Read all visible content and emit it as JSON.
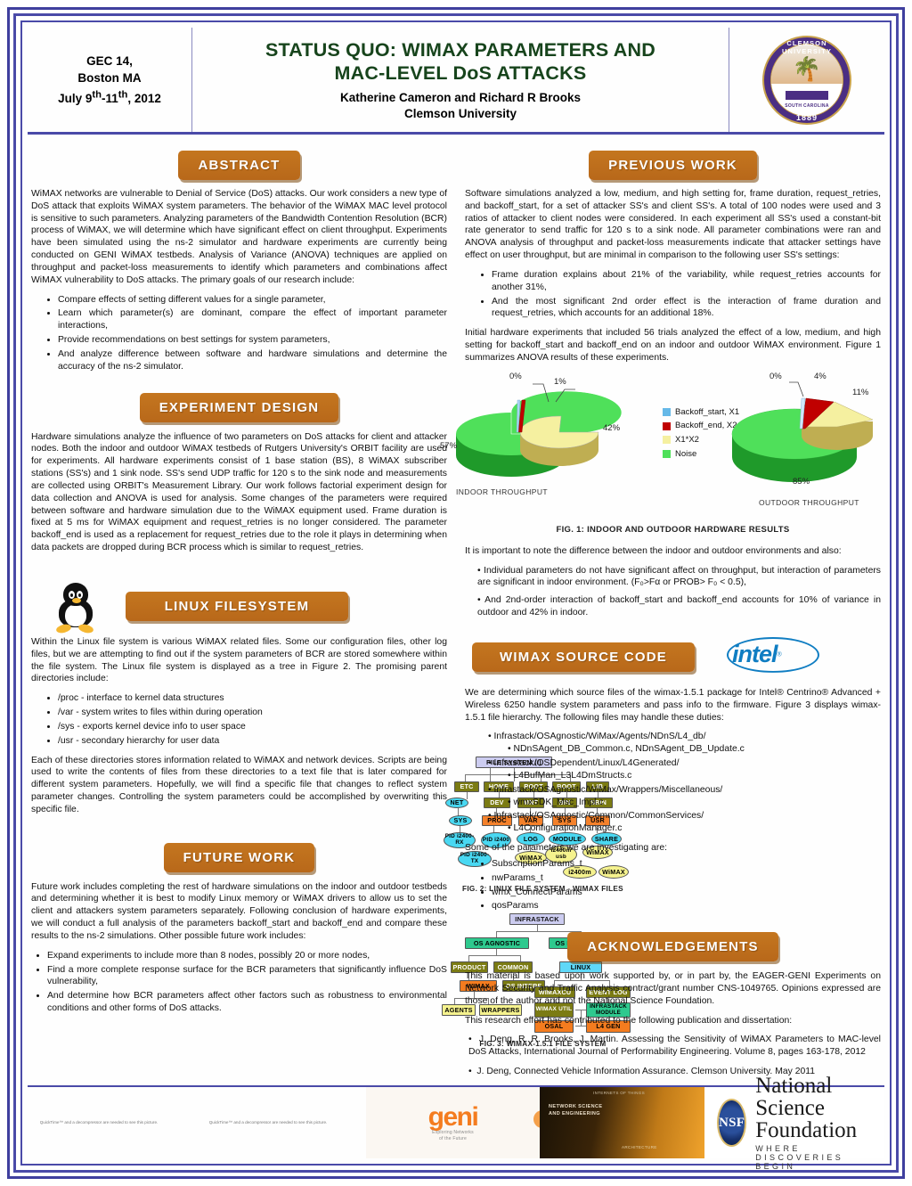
{
  "header": {
    "event_line1": "GEC 14,",
    "event_line2": "Boston MA",
    "event_line3_pre": "July 9",
    "event_line3_sup1": "th",
    "event_line3_mid": "-11",
    "event_line3_sup2": "th",
    "event_line3_post": ", 2012",
    "title_line1": "STATUS QUO: WIMAX PARAMETERS AND",
    "title_line2": "MAC-LEVEL DoS ATTACKS",
    "authors": "Katherine Cameron and Richard R Brooks",
    "affiliation": "Clemson University",
    "seal": {
      "arc_top": "CLEMSON UNIVERSITY",
      "sub": "SOUTH CAROLINA",
      "year": "1889"
    }
  },
  "abstract": {
    "banner": "ABSTRACT",
    "paragraph": "WiMAX networks are vulnerable to Denial of Service (DoS) attacks. Our work considers a new type of DoS attack that exploits WiMAX system parameters. The behavior of the WiMAX MAC level protocol is sensitive to such parameters. Analyzing parameters of the Bandwidth Contention Resolution (BCR) process of WiMAX, we will determine which have significant effect on client throughput. Experiments have been simulated using the ns-2 simulator and hardware experiments are currently being conducted on GENI WiMAX testbeds. Analysis of Variance (ANOVA) techniques are applied on throughput and packet-loss measurements to identify which parameters and combinations affect WiMAX vulnerability to DoS attacks. The primary goals of our research include:",
    "bullets": [
      "Compare effects of setting different values for a single parameter,",
      "Learn which parameter(s) are dominant, compare the effect of important parameter interactions,",
      "Provide recommendations on best settings for system parameters,",
      "And analyze difference between software and hardware simulations and determine the accuracy of the ns-2 simulator."
    ]
  },
  "experiment_design": {
    "banner": "EXPERIMENT  DESIGN",
    "paragraph": "Hardware simulations analyze the influence of two parameters on DoS attacks for client and attacker nodes. Both the indoor and outdoor WiMAX testbeds of Rutgers University's ORBIT facility are used for experiments. All hardware experiments consist of 1 base station (BS), 8 WiMAX subscriber stations (SS's) and 1 sink node. SS's send UDP traffic for 120 s to the sink node and measurements are collected using ORBIT's Measurement Library. Our work follows factorial experiment design for data collection and ANOVA is used for analysis. Some changes of the parameters were required between software and hardware simulation due to the WiMAX equipment used. Frame duration is fixed at 5 ms for WiMAX equipment and request_retries is no longer considered. The parameter backoff_end is used as a replacement for request_retries due to the role it plays in determining when data packets are dropped during BCR process which is similar to request_retries."
  },
  "previous_work": {
    "banner": "PREVIOUS  WORK",
    "paragraph1": "Software simulations analyzed a low, medium, and high setting for, frame duration, request_retries, and backoff_start, for a set of attacker SS's and client SS's. A total of 100 nodes were used and 3 ratios of attacker to client nodes were considered. In each experiment all SS's used a constant-bit rate generator to send traffic for 120 s to a sink node. All parameter combinations were ran and ANOVA analysis of throughput and packet-loss measurements indicate that attacker settings have effect on user throughput, but are minimal in comparison to the following user SS's settings:",
    "bullets": [
      "Frame duration explains about 21% of the variability, while request_retries accounts for another 31%,",
      "And the most significant 2nd order effect is the interaction of frame duration and request_retries, which accounts for an additional 18%."
    ],
    "paragraph2": "Initial hardware experiments that included 56 trials analyzed the effect of a low, medium, and high setting for backoff_start and backoff_end on an indoor and outdoor WiMAX environment. Figure 1 summarizes ANOVA results of these experiments.",
    "note_intro": "It is important to note the difference between the indoor and outdoor environments and also:",
    "note_bullets": [
      "Individual parameters do not have significant affect on throughput, but interaction of  parameters are significant in indoor environment. (F₀>Fα or PROB> F₀ < 0.5),",
      "And 2nd-order interaction of backoff_start and backoff_end accounts for 10% of variance in outdoor and 42% in indoor."
    ]
  },
  "chart_data": [
    {
      "type": "pie",
      "title": "INDOOR THROUGHPUT",
      "categories": [
        "Backoff_start, X1",
        "Backoff_end, X2",
        "X1*X2",
        "Noise"
      ],
      "values": [
        0,
        1,
        42,
        57
      ],
      "labels": [
        "0%",
        "1%",
        "42%",
        "57%"
      ],
      "colors": [
        "#66b9e8",
        "#c00000",
        "#f5f0a0",
        "#4fe05a"
      ],
      "legend_position": "right"
    },
    {
      "type": "pie",
      "title": "OUTDOOR THROUGHPUT",
      "categories": [
        "Backoff_start, X1",
        "Backoff_end, X2",
        "X1*X2",
        "Noise"
      ],
      "values": [
        0,
        4,
        11,
        85
      ],
      "labels": [
        "0%",
        "4%",
        "11%",
        "85%"
      ],
      "colors": [
        "#66b9e8",
        "#c00000",
        "#f5f0a0",
        "#4fe05a"
      ],
      "legend_position": "shared"
    }
  ],
  "figures": {
    "fig1_caption": "FIG. 1: INDOOR AND OUTDOOR HARDWARE RESULTS",
    "fig2_caption": "FIG. 2: LINUX FILE SYSTEM - WIMAX FILES",
    "fig3_caption": "FIG. 3: WIMAX-1.5.1 FILE SYSTEM",
    "legend_items": [
      "Backoff_start, X1",
      "Backoff_end, X2",
      "X1*X2",
      "Noise"
    ],
    "fig2_nodes": {
      "root": "FILE SYSTEM (/)",
      "level1": [
        "ETC",
        "HOME",
        "ROOT",
        "BOOT",
        "LIB"
      ],
      "level2": [
        "NET",
        "DEV",
        "MNT",
        "BIN",
        "SBIN"
      ],
      "level3": [
        "SYS",
        "PROC",
        "VAR",
        "SYS",
        "USR"
      ],
      "leaves": [
        "PID i2400-RX",
        "PID i2400",
        "PID i2400-TX",
        "LOG",
        "MODULE",
        "SHARE",
        "WiMAX",
        "i2400m usb",
        "i2400m",
        "WiMAX",
        "WiMAX"
      ]
    },
    "fig3_nodes": {
      "root": "INFRASTACK",
      "agnostic": "OS AGNOSTIC",
      "dependent": "OS DEPENDENT",
      "product": "PRODUCT",
      "common": "COMMON",
      "linux": "LINUX",
      "wimax": "WIMAX",
      "os_interf": "OS INTERF",
      "agents": "AGENTS",
      "wrappers": "WRAPPERS",
      "wimaxcu": "WIMAXCU",
      "event_log": "EVENT LOG",
      "wimax_util": "WIMAX UTIL",
      "infrastack_module": "INFRASTACK MODULE",
      "osal": "OSAL",
      "l4gen": "L4 GEN"
    }
  },
  "linux_filesystem": {
    "banner": "LINUX  FILESYSTEM",
    "paragraph1": "Within the Linux file system is various WiMAX related files. Some our configuration files, other log files, but we are attempting to find out if the system parameters of BCR are stored somewhere within the file system. The Linux file system is displayed as a tree in Figure 2. The promising parent directories include:",
    "bullets": [
      "/proc - interface to kernel data structures",
      "/var - system writes to files within during operation",
      "/sys - exports kernel device info to user space",
      "/usr - secondary hierarchy for user data"
    ],
    "paragraph2": "Each of these directories stores information related to WiMAX and network devices. Scripts are being used to write the contents of files from these directories to a text file that is later compared for different system parameters. Hopefully, we will find a specific file that changes to reflect system parameter changes. Controlling the system parameters could be accomplished by overwriting this specific file."
  },
  "wimax_source_code": {
    "banner": "WIMAX  SOURCE CODE",
    "logo": "intel",
    "paragraph": "We are determining which source files of the wimax-1.5.1 package for Intel® Centrino® Advanced + Wireless 6250 handle system parameters and pass info to the firmware. Figure 3 displays wimax-1.5.1 file hierarchy. The following files may handle these duties:",
    "file_bullets": [
      {
        "path": "Infrastack/OSAgnostic/WiMax/Agents/NDnS/L4_db/",
        "sub": "NDnSAgent_DB_Common.c, NDnSAgent_DB_Update.c"
      },
      {
        "path": "Infrastack/OSDependent/Linux/L4Generated/",
        "sub": "L4BufMan_L3L4DmStructs.c"
      },
      {
        "path": "Infrastack/OSAgnostic/WiMax/Wrappers/Miscellaneous/",
        "sub": "wmxSDK_Msc_Impl.c"
      },
      {
        "path": "Infrastack/OSAgnostic/Common/CommonServices/",
        "sub": "L4ConfigurationManager.c"
      }
    ],
    "params_intro": "Some of the parameters we are investigating are:",
    "params": [
      "SubscriptionParams_t",
      "nwParams_t",
      "wmx_ConnectParams",
      "qosParams"
    ]
  },
  "future_work": {
    "banner": "FUTURE  WORK",
    "paragraph": "Future work includes completing the rest of hardware simulations on the indoor and outdoor testbeds and determining whether it is best to modify Linux memory or WiMAX drivers to allow us to set the client and attackers system parameters separately. Following conclusion of hardware experiments, we will conduct a full analysis of the parameters backoff_start and backoff_end and compare these results to the ns-2 simulations. Other possible future work includes:",
    "bullets": [
      "Expand experiments to include more than 8 nodes, possibly 20 or more nodes,",
      "Find a more complete response surface for the BCR parameters that significantly influence DoS vulnerability,",
      "And determine how BCR parameters affect other factors such as robustness to environmental conditions and other forms of DoS attacks."
    ]
  },
  "acknowledgements": {
    "banner": "ACKNOWLEDGEMENTS",
    "paragraph1": "This material is based upon work supported by, or in part by, the EAGER-GENI Experiments on Network Security and Traffic Analysis contract/grant number CNS-1049765. Opinions expressed are those of the author and not the National Science Foundation.",
    "paragraph2": "This research effort has contributed to the following publication and dissertation:",
    "refs": [
      "J. Deng, R. R. Brooks, J. Martin. Assessing the Sensitivity of WiMAX Parameters to MAC-level DoS Attacks, International Journal of Performability Engineering. Volume 8, pages 163-178, 2012",
      "J. Deng, Connected Vehicle Information Assurance. Clemson University. May 2011"
    ]
  },
  "footer": {
    "broken_image_1": "QuickTime™ and a decompressor are needed to see this picture.",
    "broken_image_2": "QuickTime™ and a decompressor are needed to see this picture.",
    "geni_word": "geni",
    "geni_sub_line1": "Exploring Networks",
    "geni_sub_line2": "of the Future",
    "nse_line1": "NETWORK SCIENCE",
    "nse_line2": "AND ENGINEERING",
    "nse_small_top": "INTERNETS OF THINGS",
    "nse_small_bottom": "ARCHITECTURE",
    "nsf_seal_text": "NSF",
    "nsf_name": "National Science Foundation",
    "nsf_tagline": "WHERE DISCOVERIES BEGIN"
  }
}
